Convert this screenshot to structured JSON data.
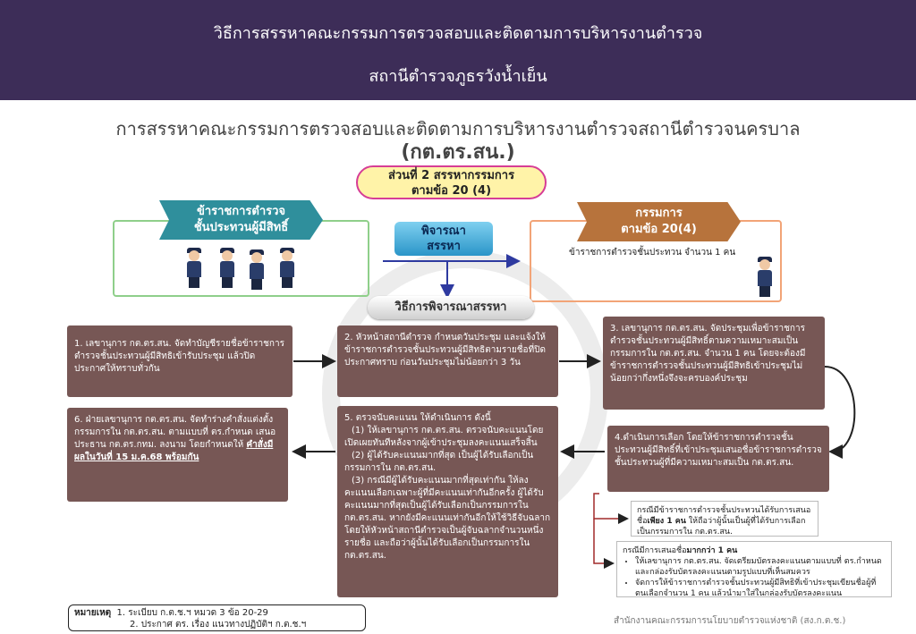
{
  "header": {
    "line1": "วิธีการสรรหาคณะกรรมการตรวจสอบและติดตามการบริหารงานตำรวจ",
    "line2": "สถานีตำรวจภูธรวังน้ำเย็น"
  },
  "title": {
    "main": "การสรรหาคณะกรรมการตรวจสอบและติดตามการบริหารงานตำรวจสถานีตำรวจนครบาล",
    "abbr": "(กต.ตร.สน.)"
  },
  "part": {
    "line1": "ส่วนที่ 2 สรรหากรรมการ",
    "line2": "ตามข้อ 20 (4)"
  },
  "left_ribbon": {
    "line1": "ข้าราชการตำรวจ",
    "line2": "ชั้นประทวนผู้มีสิทธิ์"
  },
  "consider": {
    "line1": "พิจารณา",
    "line2": "สรรหา"
  },
  "right_ribbon": {
    "line1": "กรรมการ",
    "line2": "ตามข้อ 20(4)"
  },
  "right_text": "ข้าราชการตำรวจชั้นประทวน จำนวน 1 คน",
  "method_title": "วิธีการพิจารณาสรรหา",
  "steps": {
    "s1": "1. เลขานุการ กต.ตร.สน. จัดทำบัญชีรายชื่อข้าราชการตำรวจชั้นประทวนผู้มีสิทธิเข้ารับประชุม แล้วปิดประกาศให้ทราบทั่วกัน",
    "s2": "2. หัวหน้าสถานีตำรวจ กำหนดวันประชุม และแจ้งให้ข้าราชการตำรวจชั้นประทวนผู้มีสิทธิตามรายชื่อที่ปิดประกาศทราบ ก่อนวันประชุมไม่น้อยกว่า 3 วัน",
    "s3": "3. เลขานุการ กต.ตร.สน. จัดประชุมเพื่อข้าราชการตำรวจชั้นประทวนผู้มีสิทธิ์ตามความเหมาะสมเป็นกรรมการใน กต.ตร.สน. จำนวน 1 คน โดยจะต้องมีข้าราชการตำรวจชั้นประทวนผู้มีสิทธิเข้าประชุมไม่น้อยกว่ากึ่งหนึ่งจึงจะครบองค์ประชุม",
    "s4": "4.ดำเนินการเลือก โดยให้ข้าราชการตำรวจชั้นประทวนผู้มีสิทธิ์ที่เข้าประชุมเสนอชื่อข้าราชการตำรวจชั้นประทวนผู้ที่มีความเหมาะสมเป็น กต.ตร.สน.",
    "s5_head": "5. ตรวจนับคะแนน ให้ดำเนินการ ดังนี้",
    "s5_p1": "(1) ให้เลขานุการ กต.ตร.สน. ตรวจนับคะแนนโดยเปิดเผยทันทีหลังจากผู้เข้าประชุมลงคะแนนเสร็จสิ้น",
    "s5_p2": "(2) ผู้ได้รับคะแนนมากที่สุด เป็นผู้ได้รับเลือกเป็นกรรมการใน กต.ตร.สน.",
    "s5_p3": "(3) กรณีมีผู้ได้รับคะแนนมากที่สุดเท่ากัน ให้ลงคะแนนเลือกเฉพาะผู้ที่มีคะแนนเท่ากันอีกครั้ง ผู้ได้รับคะแนนมากที่สุดเป็นผู้ได้รับเลือกเป็นกรรมการใน กต.ตร.สน. หากยังมีคะแนนเท่ากันอีกให้ใช้วิธีจับฉลาก โดยให้หัวหน้าสถานีตำรวจเป็นผู้จับฉลากจำนวนหนึ่งรายชื่อ และถือว่าผู้นั้นได้รับเลือกเป็นกรรมการใน กต.ตร.สน.",
    "s6_text": "6. ฝ่ายเลขานุการ กต.ตร.สน. จัดทำร่างคำสั่งแต่งตั้งกรรมการใน กต.ตร.สน. ตามแบบที่ ตร.กำหนด เสนอประธาน กต.ตร.กทม. ลงนาม โดยกำหนดให้",
    "s6_bold": "คำสั่งมีผลในวันที่ 15 ม.ค.68 พร้อมกัน"
  },
  "notes": {
    "n1_a": "กรณีมีข้าราชการตำรวจชั้นประทวนได้รับการเสนอชื่อ",
    "n1_b": "เพียง 1 คน",
    "n1_c": "ให้ถือว่าผู้นั้นเป็นผู้ที่ได้รับการเลือกเป็นกรรมการใน กต.ตร.สน.",
    "n2_head_a": "กรณีมีการเสนอชื่อ",
    "n2_head_b": "มากกว่า 1 คน",
    "n2_i1": "ให้เลขานุการ กต.ตร.สน. จัดเตรียมบัตรลงคะแนนตามแบบที่ ตร.กำหนด และกล่องรับบัตรลงคะแนนตามรูปแบบที่เห็นสมควร",
    "n2_i2": "จัดการให้ข้าราชการตำรวจชั้นประทวนผู้มีสิทธิที่เข้าประชุมเขียนชื่อผู้ที่ตนเลือกจำนวน 1 คน แล้วนำมาใส่ในกล่องรับบัตรลงคะแนน"
  },
  "footnote": {
    "label": "หมายเหตุ",
    "l1": "1. ระเบียบ ก.ต.ช.ฯ หมวด 3 ข้อ 20-29",
    "l2": "2. ประกาศ ตร. เรื่อง แนวทางปฏิบัติฯ ก.ต.ช.ฯ"
  },
  "credit": "สำนักงานคณะกรรมการนโยบายตำรวจแห่งชาติ (สง.ก.ต.ช.)",
  "colors": {
    "header_bg": "#3d2d58",
    "step_bg": "#775755",
    "teal": "#2f8f9c",
    "orange": "#b7733c",
    "pill_border": "#d63d96",
    "pill_bg": "#fff3a8"
  }
}
